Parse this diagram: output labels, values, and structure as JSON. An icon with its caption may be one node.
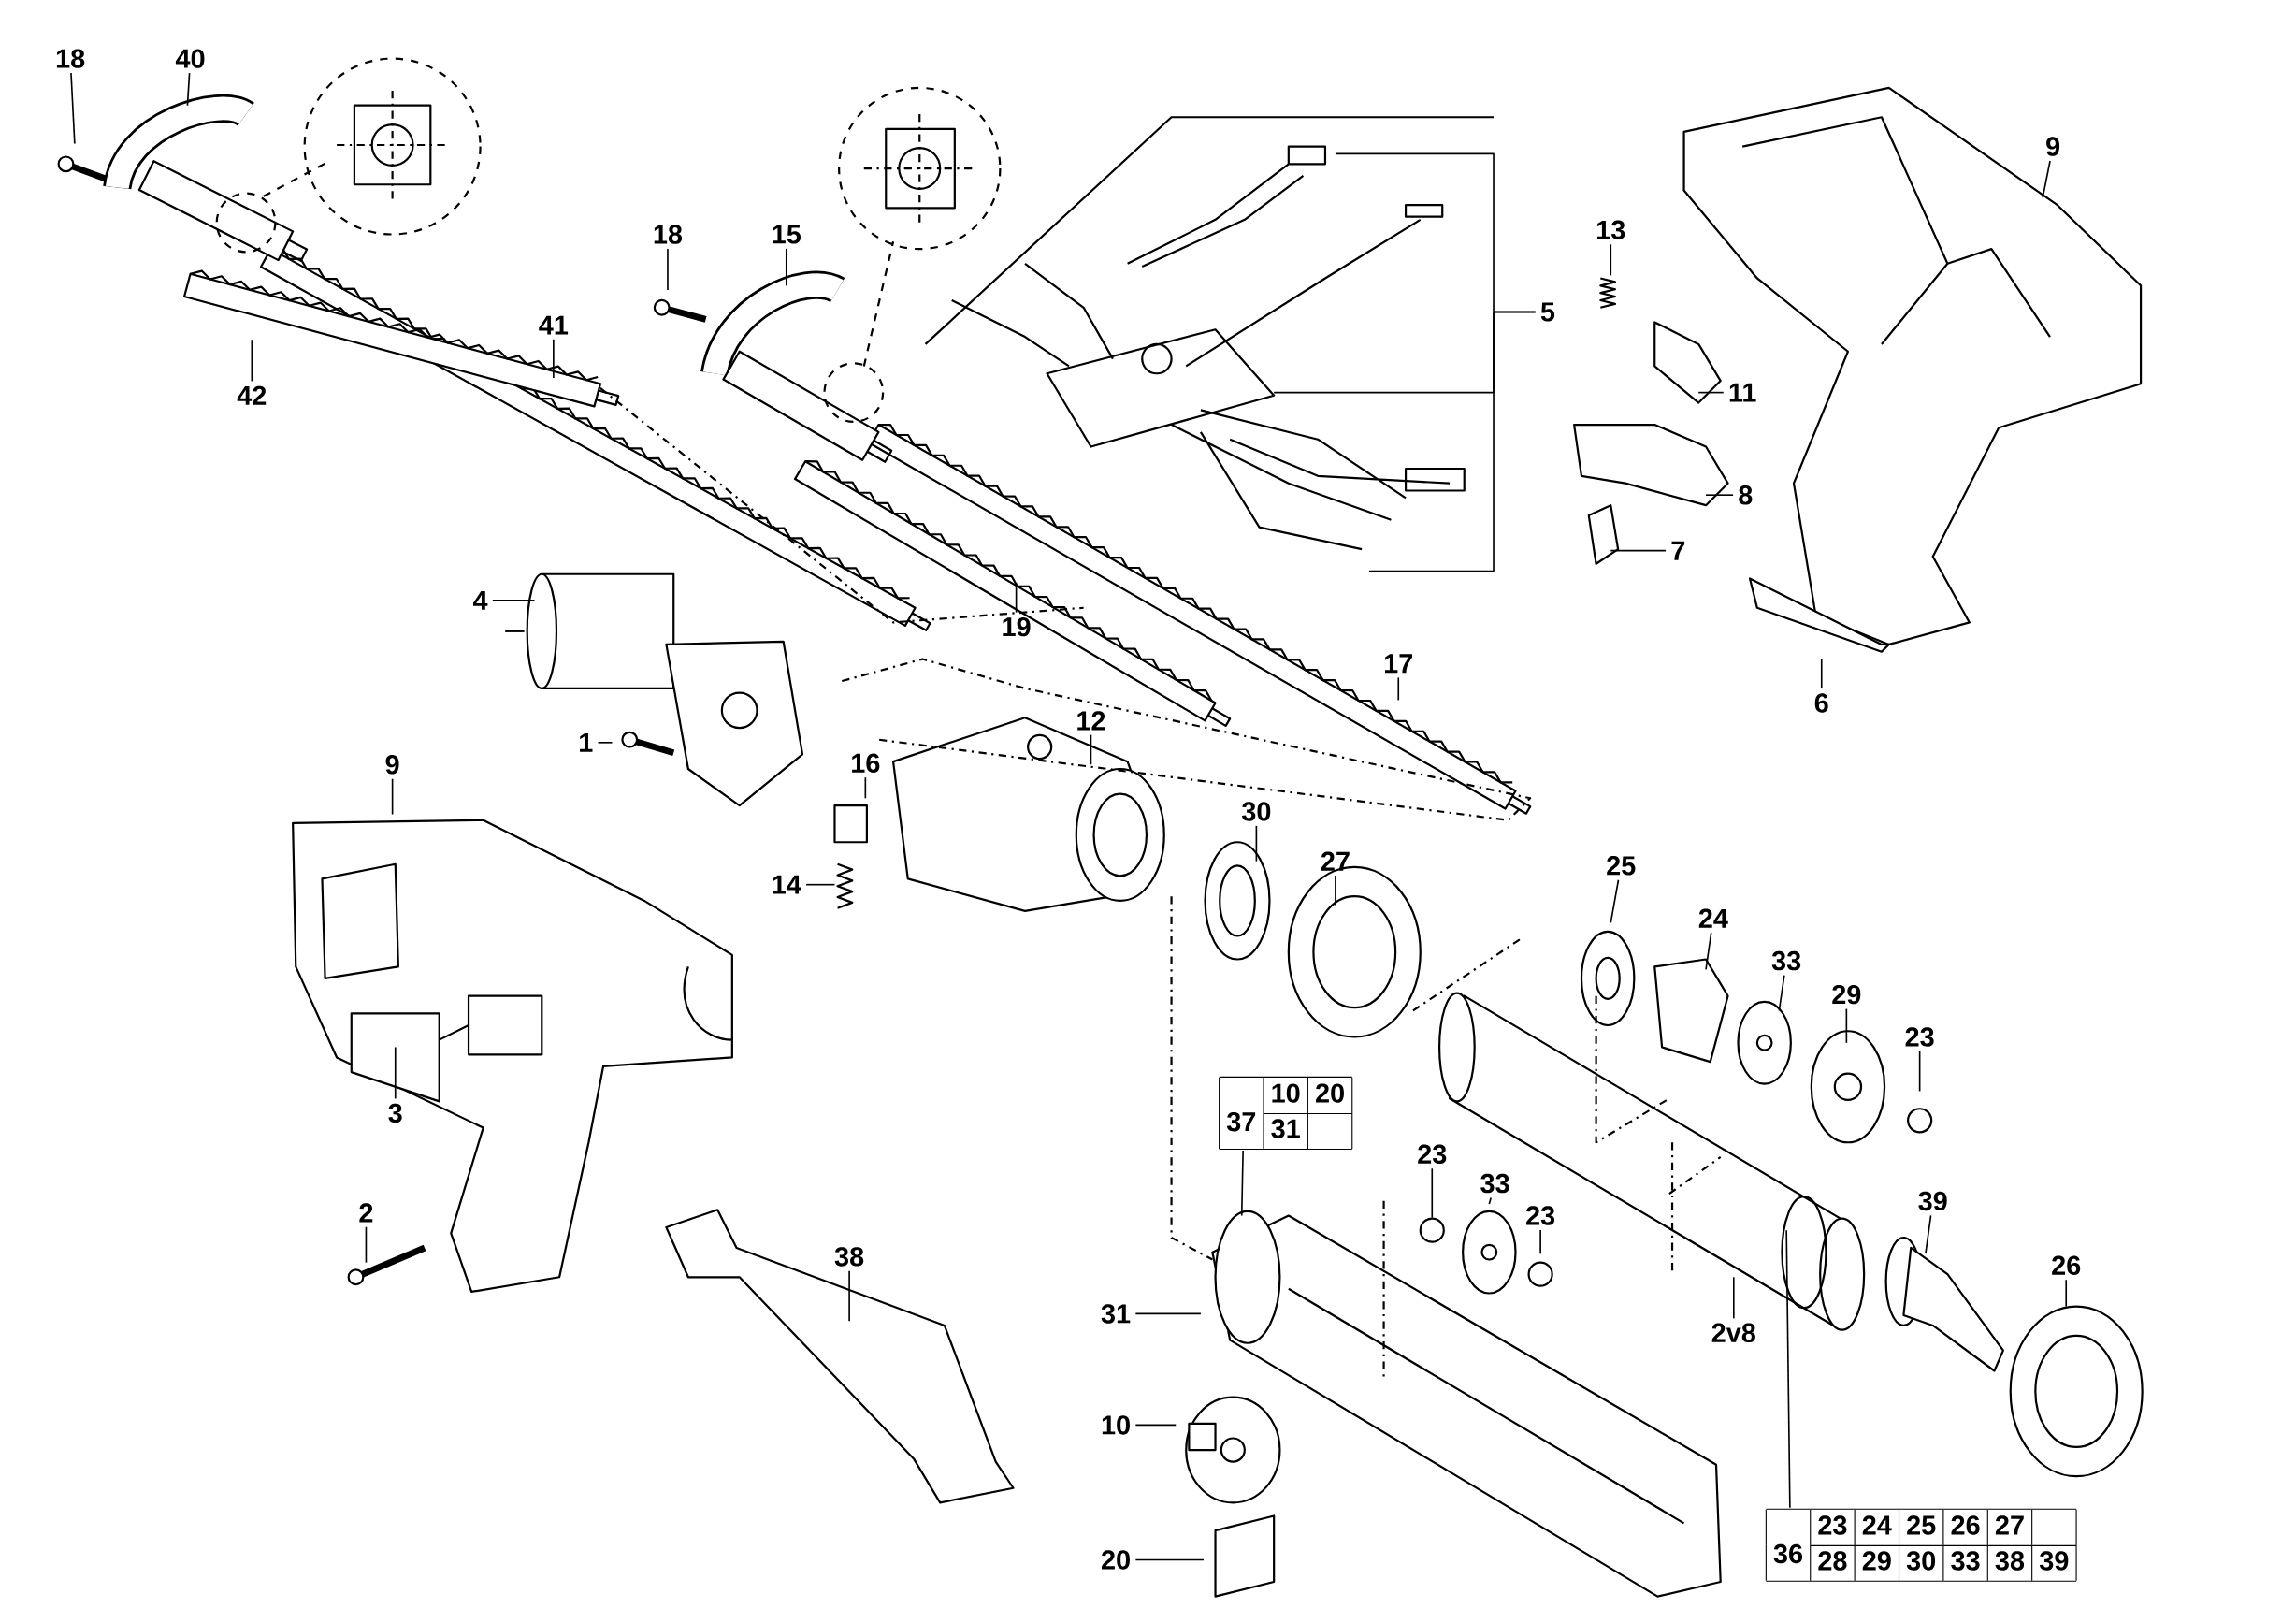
{
  "diagram": {
    "nodes": [
      {
        "text": [
          "18"
        ]
      },
      {
        "text": [
          "40"
        ]
      },
      {
        "text": [
          "18"
        ]
      },
      {
        "text": [
          "15"
        ]
      },
      {
        "text": [
          "13"
        ]
      },
      {
        "text": [
          "9"
        ]
      },
      {
        "text": [
          "41"
        ]
      },
      {
        "text": [
          "5"
        ]
      },
      {
        "text": [
          "11"
        ]
      },
      {
        "text": [
          "42"
        ]
      },
      {
        "text": [
          "8"
        ]
      },
      {
        "text": [
          "7"
        ]
      },
      {
        "text": [
          "4"
        ]
      },
      {
        "text": [
          "19"
        ]
      },
      {
        "text": [
          "17"
        ]
      },
      {
        "text": [
          "6"
        ]
      },
      {
        "text": [
          "12"
        ]
      },
      {
        "text": [
          "1"
        ]
      },
      {
        "text": [
          "9"
        ]
      },
      {
        "text": [
          "16"
        ]
      },
      {
        "text": [
          "30"
        ]
      },
      {
        "text": [
          "27"
        ]
      },
      {
        "text": [
          "25"
        ]
      },
      {
        "text": [
          "14"
        ]
      },
      {
        "text": [
          "24"
        ]
      },
      {
        "text": [
          "33"
        ]
      },
      {
        "text": [
          "29"
        ]
      },
      {
        "text": [
          "23"
        ]
      },
      {
        "text": [
          "37",
          "10",
          "20",
          "31"
        ]
      },
      {
        "text": [
          "3"
        ]
      },
      {
        "text": [
          "23"
        ]
      },
      {
        "text": [
          "33"
        ]
      },
      {
        "text": [
          "23"
        ]
      },
      {
        "text": [
          "39"
        ]
      },
      {
        "text": [
          "2"
        ]
      },
      {
        "text": [
          "38"
        ]
      },
      {
        "text": [
          "26"
        ]
      },
      {
        "text": [
          "31"
        ]
      },
      {
        "text": [
          "2v8"
        ]
      },
      {
        "text": [
          "10"
        ]
      },
      {
        "text": [
          "20"
        ]
      },
      {
        "text": [
          "36",
          "23",
          "24",
          "25",
          "26",
          "27",
          "28",
          "29",
          "30",
          "33",
          "38",
          "39"
        ]
      },
      {
        "text": [],
        "shape": "circle"
      }
    ],
    "edges": [
      {
        "from": 0,
        "to": null,
        "arrow": "none"
      },
      {
        "from": 1,
        "to": null,
        "arrow": "none"
      },
      {
        "from": 2,
        "to": null,
        "arrow": "none"
      },
      {
        "from": 3,
        "to": null,
        "arrow": "none"
      },
      {
        "from": 4,
        "to": null,
        "arrow": "none"
      },
      {
        "from": 5,
        "to": null,
        "arrow": "none"
      },
      {
        "from": 6,
        "to": null,
        "arrow": "none"
      },
      {
        "from": 7,
        "to": null,
        "arrow": "none"
      },
      {
        "from": 7,
        "to": null,
        "arrow": "none"
      },
      {
        "from": 7,
        "to": null,
        "arrow": "none"
      },
      {
        "from": 8,
        "to": null,
        "arrow": "none"
      },
      {
        "from": 9,
        "to": null,
        "arrow": "none"
      },
      {
        "from": 10,
        "to": null,
        "arrow": "none"
      },
      {
        "from": 11,
        "to": null,
        "arrow": "none"
      },
      {
        "from": 12,
        "to": null,
        "arrow": "none"
      },
      {
        "from": 13,
        "to": null,
        "arrow": "none"
      },
      {
        "from": 14,
        "to": null,
        "arrow": "none"
      },
      {
        "from": 15,
        "to": null,
        "arrow": "none"
      },
      {
        "from": 16,
        "to": null,
        "arrow": "none"
      },
      {
        "from": 17,
        "to": null,
        "arrow": "none"
      },
      {
        "from": 18,
        "to": null,
        "arrow": "none"
      },
      {
        "from": 19,
        "to": null,
        "arrow": "none"
      },
      {
        "from": 20,
        "to": null,
        "arrow": "none"
      },
      {
        "from": 21,
        "to": null,
        "arrow": "none"
      },
      {
        "from": 22,
        "to": null,
        "arrow": "none"
      },
      {
        "from": 23,
        "to": null,
        "arrow": "none"
      },
      {
        "from": 24,
        "to": null,
        "arrow": "none"
      },
      {
        "from": 25,
        "to": null,
        "arrow": "none"
      },
      {
        "from": 26,
        "to": null,
        "arrow": "none"
      },
      {
        "from": 27,
        "to": null,
        "arrow": "none"
      },
      {
        "from": 28,
        "to": null,
        "arrow": "none"
      },
      {
        "from": 29,
        "to": null,
        "arrow": "none"
      },
      {
        "from": 30,
        "to": 42,
        "arrow": "none"
      },
      {
        "from": 31,
        "to": null,
        "arrow": "none"
      },
      {
        "from": 32,
        "to": null,
        "arrow": "none"
      },
      {
        "from": 33,
        "to": null,
        "arrow": "none"
      },
      {
        "from": 34,
        "to": null,
        "arrow": "none"
      },
      {
        "from": 35,
        "to": null,
        "arrow": "none"
      },
      {
        "from": 36,
        "to": null,
        "arrow": "none"
      },
      {
        "from": 37,
        "to": null,
        "arrow": "none"
      },
      {
        "from": 38,
        "to": null,
        "arrow": "none"
      },
      {
        "from": 39,
        "to": null,
        "arrow": "none"
      },
      {
        "from": 40,
        "to": null,
        "arrow": "none"
      },
      {
        "from": 41,
        "to": null,
        "arrow": "none"
      }
    ]
  }
}
